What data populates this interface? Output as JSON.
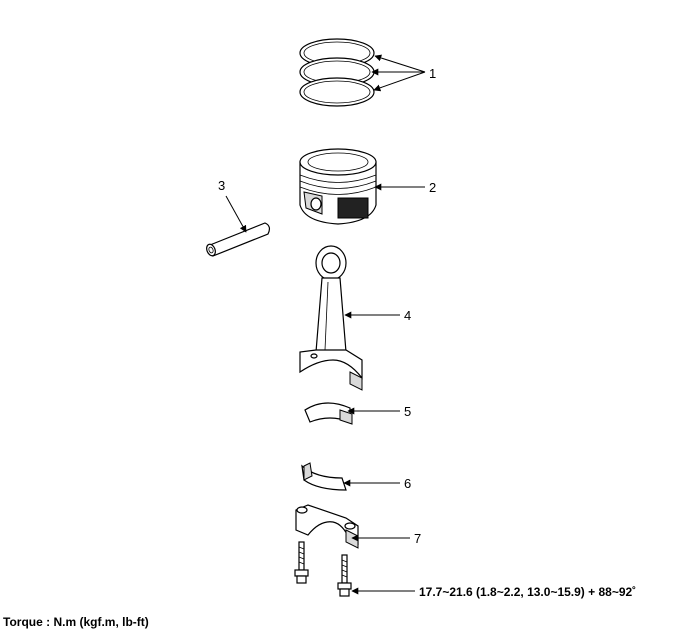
{
  "callouts": {
    "piston_rings": "1",
    "piston": "2",
    "piston_pin": "3",
    "connecting_rod": "4",
    "upper_bearing": "5",
    "lower_bearing": "6",
    "bearing_cap": "7"
  },
  "torque_spec": "17.7~21.6 (1.8~2.2, 13.0~15.9) + 88~92˚",
  "torque_note": "Torque : N.m (kgf.m, lb-ft)"
}
